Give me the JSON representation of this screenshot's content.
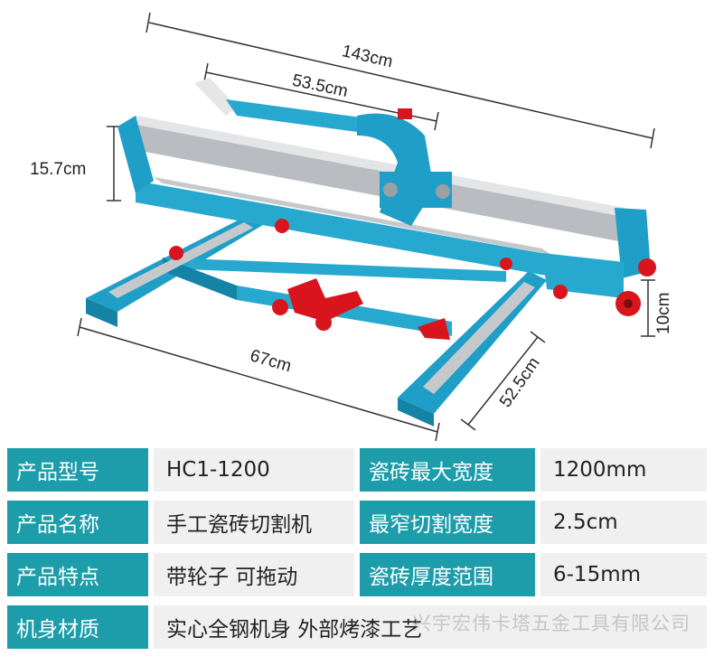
{
  "dimensions": {
    "total_length": "143cm",
    "handle_length": "53.5cm",
    "height": "15.7cm",
    "wheel_height": "10cm",
    "base_width": "67cm",
    "base_depth": "52.5cm"
  },
  "specs": [
    {
      "label": "产品型号",
      "value": "HC1-1200",
      "label2": "瓷砖最大宽度",
      "value2": "1200mm"
    },
    {
      "label": "产品名称",
      "value": "手工瓷砖切割机",
      "label2": "最窄切割宽度",
      "value2": "2.5cm"
    },
    {
      "label": "产品特点",
      "value": "带轮子  可拖动",
      "label2": "瓷砖厚度范围",
      "value2": "6-15mm"
    },
    {
      "label": "机身材质",
      "value": "实心全钢机身  外部烤漆工艺"
    }
  ],
  "watermark": "兴宇宏伟卡塔五金工具有限公司",
  "colors": {
    "accent": "#1c9da9",
    "body": "#27a9cf",
    "red": "#d8151c",
    "steel": "#c6c9cc"
  }
}
